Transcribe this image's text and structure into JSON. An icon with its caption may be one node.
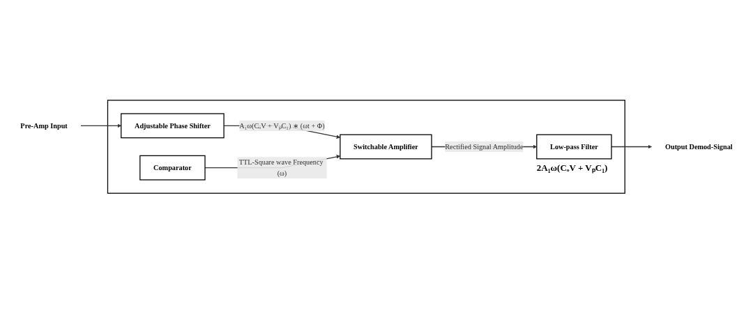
{
  "diagram": {
    "nodes": [
      {
        "text": [],
        "shape": "box"
      },
      {
        "text": [
          "Pre-Amp Input"
        ]
      },
      {
        "text": [
          "Adjustable Phase Shifter"
        ],
        "in": 0
      },
      {
        "text": [
          "Comparator"
        ],
        "in": 0
      },
      {
        "text": [
          "Switchable Amplifier"
        ],
        "in": 0
      },
      {
        "text": [
          "Low-pass Filter"
        ],
        "beside": [
          "2A₁ω(CₒV + VₚC₁)"
        ],
        "in": 0
      },
      {
        "text": [
          "Output Demod-Signal"
        ]
      }
    ],
    "edges": [
      {
        "from": 1,
        "to": 2,
        "arrow": "to"
      },
      {
        "from": 2,
        "to": 4,
        "arrow": "to",
        "label": "A₁ω(CₒV + VₚC₁) ∗ (ωt + Φ)"
      },
      {
        "from": 3,
        "to": 4,
        "arrow": "to",
        "label": "TTL-Square wave Frequency (ω)"
      },
      {
        "from": 4,
        "to": 5,
        "arrow": "to",
        "label": "Rectified Signal Amplitude"
      },
      {
        "from": 5,
        "to": 6,
        "arrow": "to"
      }
    ]
  }
}
